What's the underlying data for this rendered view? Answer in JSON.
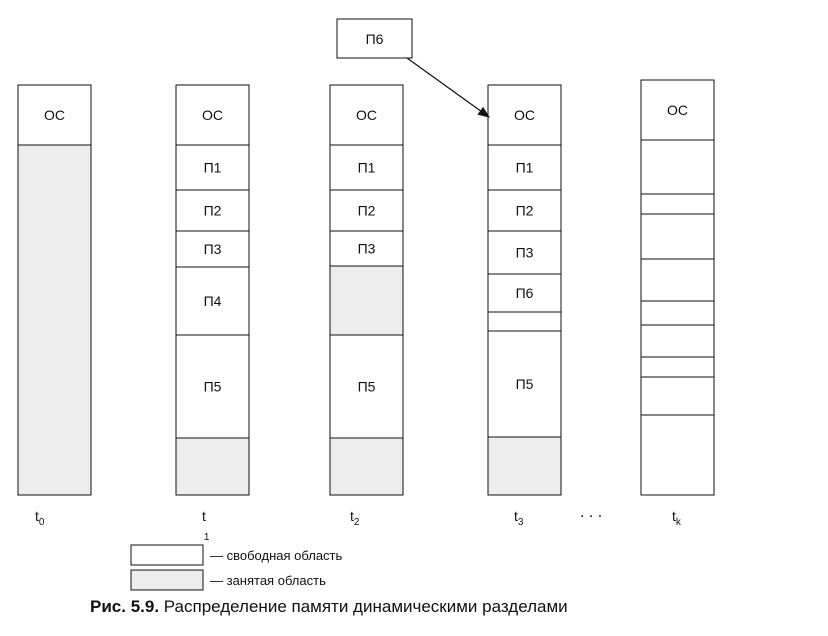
{
  "new_process_label": "П6",
  "columns": [
    {
      "time_main": "t",
      "time_sub": "0",
      "cells": [
        {
          "label": "ОС",
          "fill": "white"
        },
        {
          "label": "",
          "fill": "gray"
        }
      ]
    },
    {
      "time_main": "t",
      "time_sub": "1",
      "cells": [
        {
          "label": "ОС",
          "fill": "white"
        },
        {
          "label": "П1",
          "fill": "white"
        },
        {
          "label": "П2",
          "fill": "white"
        },
        {
          "label": "П3",
          "fill": "white"
        },
        {
          "label": "П4",
          "fill": "white"
        },
        {
          "label": "П5",
          "fill": "white"
        },
        {
          "label": "",
          "fill": "gray"
        }
      ]
    },
    {
      "time_main": "t",
      "time_sub": "2",
      "cells": [
        {
          "label": "ОС",
          "fill": "white"
        },
        {
          "label": "П1",
          "fill": "white"
        },
        {
          "label": "П2",
          "fill": "white"
        },
        {
          "label": "П3",
          "fill": "white"
        },
        {
          "label": "",
          "fill": "gray"
        },
        {
          "label": "П5",
          "fill": "white"
        },
        {
          "label": "",
          "fill": "gray"
        }
      ]
    },
    {
      "time_main": "t",
      "time_sub": "3",
      "cells": [
        {
          "label": "ОС",
          "fill": "white"
        },
        {
          "label": "П1",
          "fill": "white"
        },
        {
          "label": "П2",
          "fill": "white"
        },
        {
          "label": "П3",
          "fill": "white"
        },
        {
          "label": "П6",
          "fill": "white"
        },
        {
          "label": "",
          "fill": "white"
        },
        {
          "label": "П5",
          "fill": "white"
        },
        {
          "label": "",
          "fill": "gray"
        }
      ]
    },
    {
      "time_main": "t",
      "time_sub": "k",
      "cells": [
        {
          "label": "ОС",
          "fill": "white"
        },
        {
          "label": "",
          "fill": "white"
        },
        {
          "label": "",
          "fill": "white"
        },
        {
          "label": "",
          "fill": "white"
        },
        {
          "label": "",
          "fill": "white"
        },
        {
          "label": "",
          "fill": "white"
        },
        {
          "label": "",
          "fill": "white"
        },
        {
          "label": "",
          "fill": "white"
        },
        {
          "label": "",
          "fill": "white"
        },
        {
          "label": "",
          "fill": "white"
        },
        {
          "label": "",
          "fill": "gray"
        }
      ]
    }
  ],
  "ellipsis": ". . .",
  "legend": {
    "free_label": "— свободная область",
    "busy_label": "— занятая область"
  },
  "caption": {
    "number": "Рис. 5.9.",
    "text": "Распределение памяти динамическими разделами"
  },
  "colors": {
    "gray_fill": "#ececec",
    "white_fill": "#ffffff",
    "line": "#111111"
  }
}
